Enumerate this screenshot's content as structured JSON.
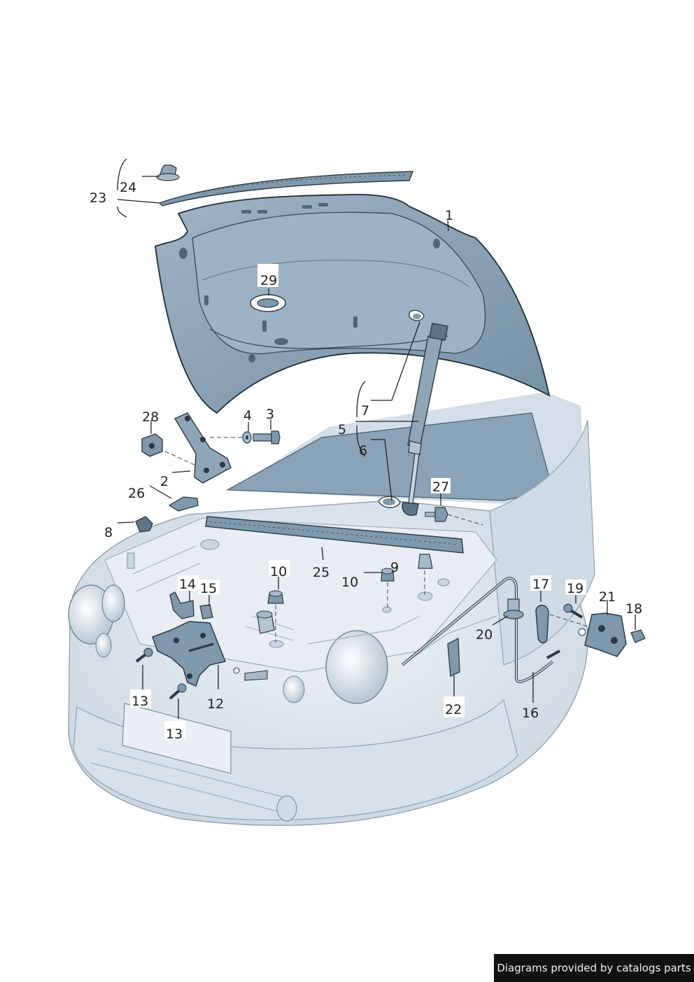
{
  "colors": {
    "body_fill": "#dbe4ec",
    "body_shade": "#b9c9d6",
    "hood_fill": "#8ea6b8",
    "hood_dark": "#6d8aa0",
    "part_fill": "#7f98ab",
    "part_dark": "#4f6678",
    "line": "#2b3845"
  },
  "callouts": [
    {
      "id": "c23",
      "label": "23"
    },
    {
      "id": "c24",
      "label": "24"
    },
    {
      "id": "c1",
      "label": "1"
    },
    {
      "id": "c29",
      "label": "29"
    },
    {
      "id": "c28",
      "label": "28"
    },
    {
      "id": "c4",
      "label": "4"
    },
    {
      "id": "c3",
      "label": "3"
    },
    {
      "id": "c2",
      "label": "2"
    },
    {
      "id": "c7",
      "label": "7"
    },
    {
      "id": "c5",
      "label": "5"
    },
    {
      "id": "c6",
      "label": "6"
    },
    {
      "id": "c26",
      "label": "26"
    },
    {
      "id": "c27",
      "label": "27"
    },
    {
      "id": "c8",
      "label": "8"
    },
    {
      "id": "c25",
      "label": "25"
    },
    {
      "id": "c9",
      "label": "9"
    },
    {
      "id": "c10a",
      "label": "10"
    },
    {
      "id": "c10b",
      "label": "10"
    },
    {
      "id": "c14",
      "label": "14"
    },
    {
      "id": "c15",
      "label": "15"
    },
    {
      "id": "c17",
      "label": "17"
    },
    {
      "id": "c19",
      "label": "19"
    },
    {
      "id": "c21",
      "label": "21"
    },
    {
      "id": "c18",
      "label": "18"
    },
    {
      "id": "c20",
      "label": "20"
    },
    {
      "id": "c13a",
      "label": "13"
    },
    {
      "id": "c12",
      "label": "12"
    },
    {
      "id": "c13b",
      "label": "13"
    },
    {
      "id": "c22",
      "label": "22"
    },
    {
      "id": "c16",
      "label": "16"
    }
  ],
  "footer": {
    "text": "Diagrams provided by catalogs parts"
  }
}
